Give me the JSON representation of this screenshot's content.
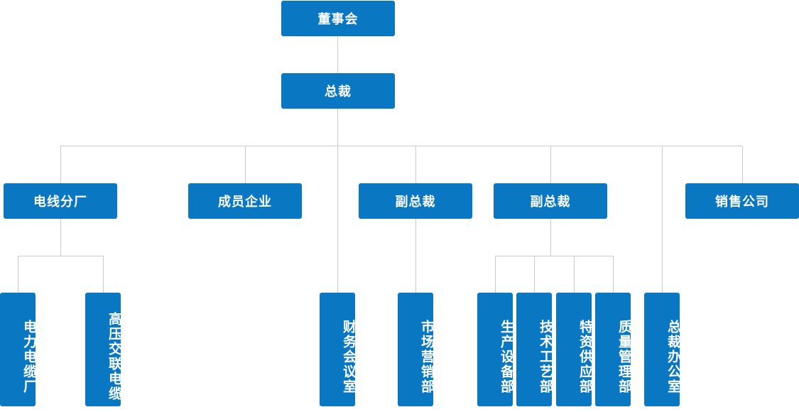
{
  "org": {
    "board": "董事会",
    "president": "总裁",
    "level2": {
      "cable_factory": "电线分厂",
      "member_companies": "成员企业",
      "vp1": "副总裁",
      "vp2": "副总裁",
      "sales_company": "销售公司"
    },
    "level3": {
      "power_cable": "电力电缆厂",
      "hv_cable": "高压交联电缆",
      "finance": "财务会议室",
      "marketing": "市场营销部",
      "production": "生产设备部",
      "technology": "技术工艺部",
      "supply": "特资供应部",
      "quality": "质量管理部",
      "office": "总裁办公室"
    }
  },
  "colors": {
    "box": "#0a77c2",
    "line": "#cccccc",
    "text": "#ffffff"
  }
}
